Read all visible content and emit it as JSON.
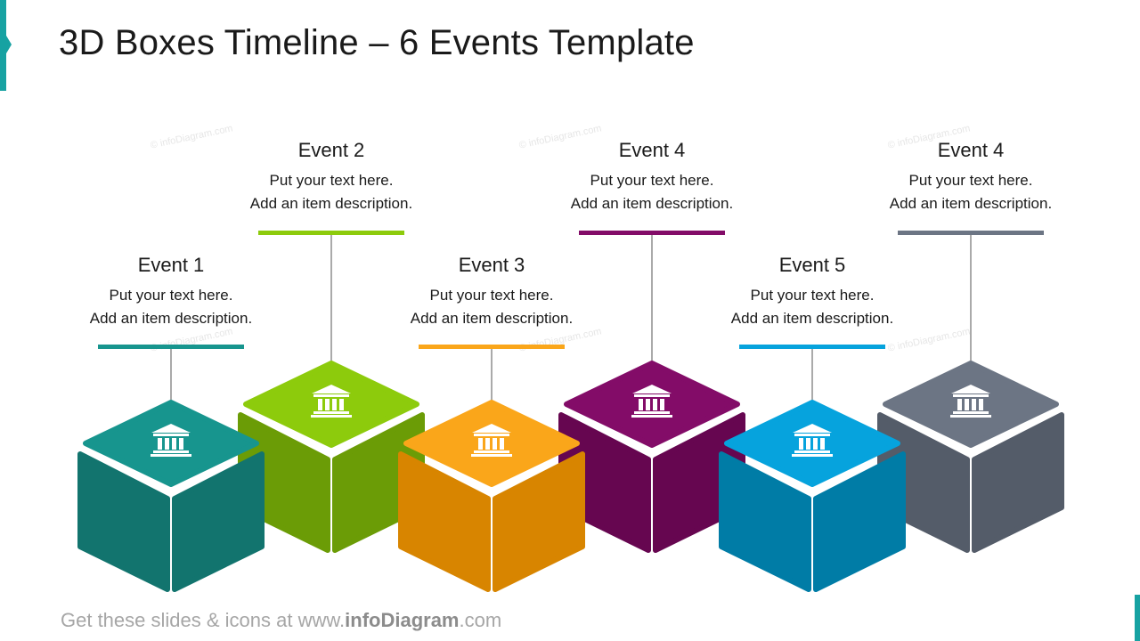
{
  "title": "3D Boxes Timeline – 6 Events Template",
  "footer": {
    "prefix": "Get these slides & icons at www.",
    "brand": "infoDiagram",
    "suffix": ".com"
  },
  "watermark": "© infoDiagram.com",
  "icon": "bank-building-icon",
  "events": [
    {
      "title": "Event 1",
      "line1": "Put your text here.",
      "line2": "Add an item description.",
      "color_top": "#17958E",
      "color_side": "#12746E",
      "row": "low"
    },
    {
      "title": "Event 2",
      "line1": "Put your text here.",
      "line2": "Add an item description.",
      "color_top": "#8DCB0C",
      "color_side": "#6B9C06",
      "row": "high"
    },
    {
      "title": "Event 3",
      "line1": "Put your text here.",
      "line2": "Add an item description.",
      "color_top": "#FAA61A",
      "color_side": "#D88500",
      "row": "low"
    },
    {
      "title": "Event 4",
      "line1": "Put your text here.",
      "line2": "Add an item description.",
      "color_top": "#830C68",
      "color_side": "#660650",
      "row": "high"
    },
    {
      "title": "Event 5",
      "line1": "Put your text here.",
      "line2": "Add an item description.",
      "color_top": "#06A3DD",
      "color_side": "#007CA6",
      "row": "low"
    },
    {
      "title": "Event 4",
      "line1": "Put your text here.",
      "line2": "Add an item description.",
      "color_top": "#6C7584",
      "color_side": "#545C69",
      "row": "high"
    }
  ]
}
